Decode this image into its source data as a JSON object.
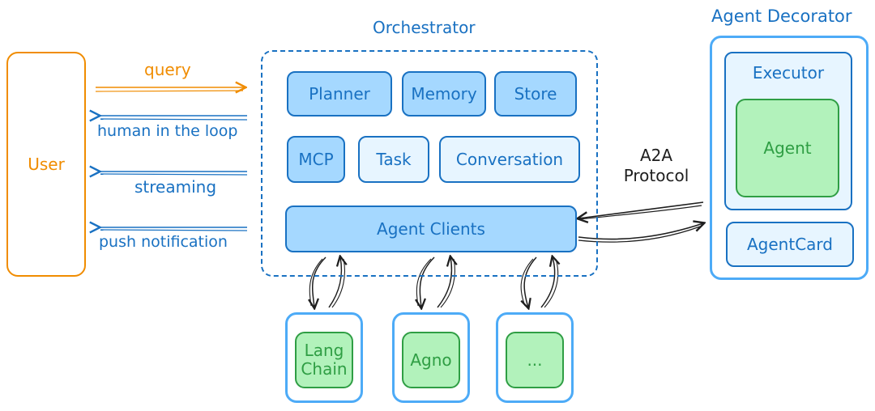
{
  "user": {
    "label": "User"
  },
  "channels": {
    "query": "query",
    "human_in_the_loop": "human in the loop",
    "streaming": "streaming",
    "push_notification": "push notification"
  },
  "orchestrator": {
    "title": "Orchestrator",
    "planner": "Planner",
    "memory": "Memory",
    "store": "Store",
    "mcp": "MCP",
    "task": "Task",
    "conversation": "Conversation",
    "agent_clients": "Agent Clients"
  },
  "protocol": {
    "line1": "A2A",
    "line2": "Protocol"
  },
  "decorator": {
    "title": "Agent Decorator",
    "executor": "Executor",
    "agent": "Agent",
    "agent_card": "AgentCard"
  },
  "frameworks": {
    "langchain_line1": "Lang",
    "langchain_line2": "Chain",
    "agno": "Agno",
    "more": "..."
  },
  "colors": {
    "blue_stroke": "#1971c2",
    "blue_fill": "#a5d8ff",
    "light_fill": "#e7f5ff",
    "outer_blue": "#4dabf7",
    "green_fill": "#b2f2bb",
    "green_stroke": "#2f9e44",
    "orange": "#f08c00"
  }
}
